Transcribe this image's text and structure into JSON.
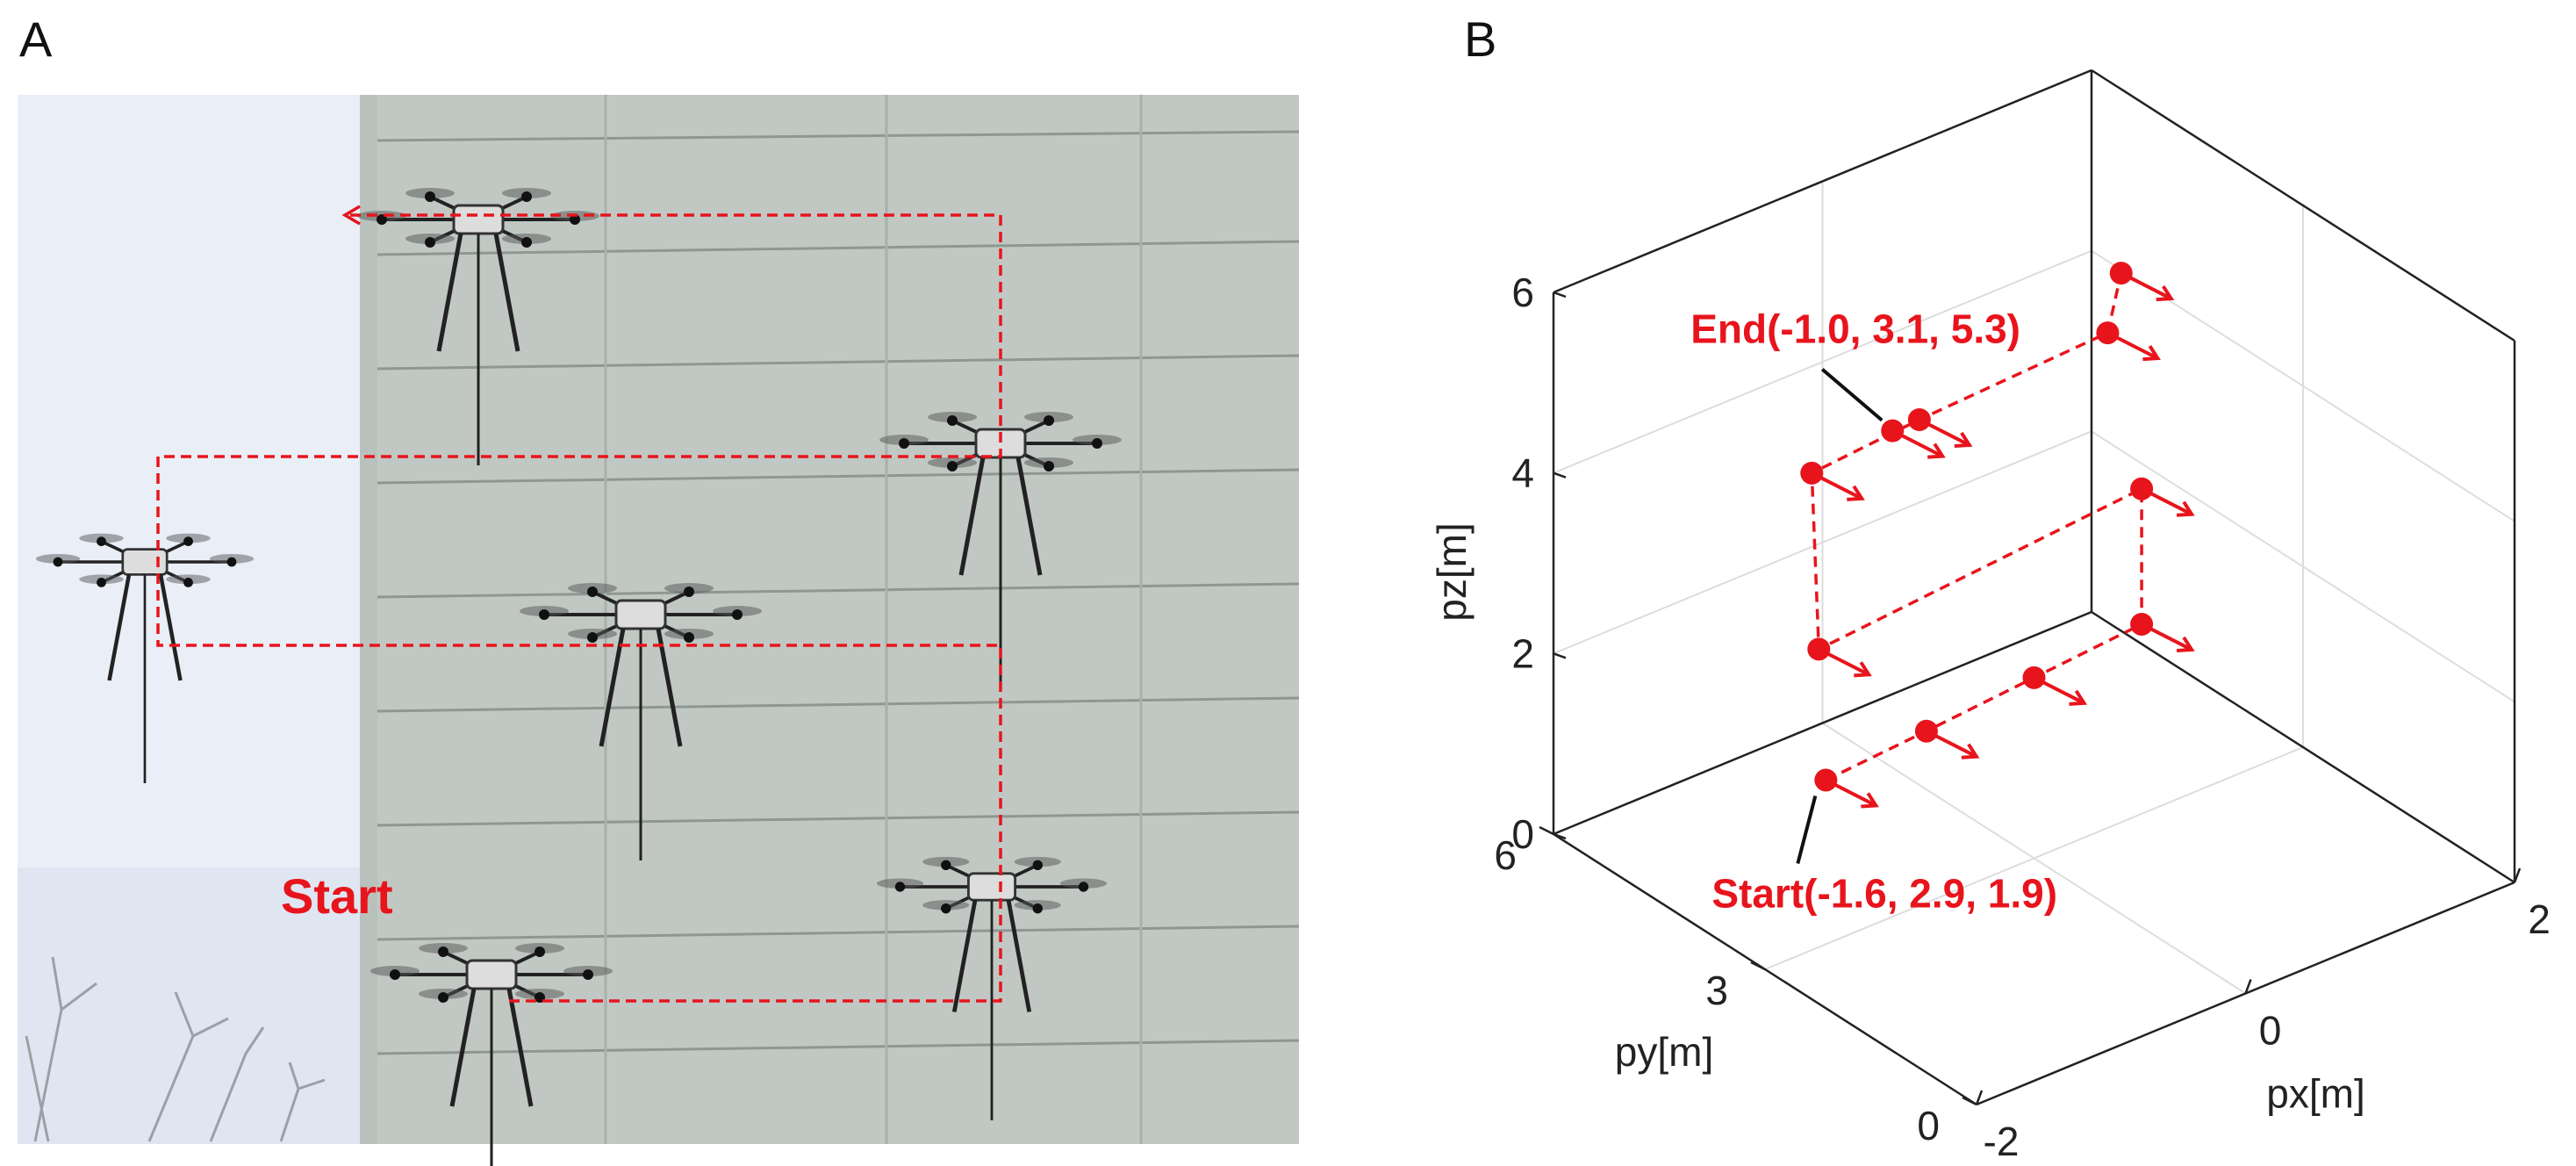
{
  "panels": {
    "a": {
      "letter": "A",
      "start_label": "Start"
    },
    "b": {
      "letter": "B"
    }
  },
  "colors": {
    "path": "#e8141c",
    "sky": "#dfe6f2",
    "wall": "#b7bfba",
    "wall_line": "#8e9792",
    "axis": "#222222",
    "grid": "#dddddd",
    "annotation_arrow": "#111111"
  },
  "chart_data": {
    "type": "scatter",
    "projection": "3d",
    "xlabel": "px[m]",
    "ylabel": "py[m]",
    "zlabel": "pz[m]",
    "xlim": [
      -2,
      2
    ],
    "ylim": [
      0,
      6
    ],
    "zlim": [
      0,
      6
    ],
    "xticks": [
      -2,
      0,
      2
    ],
    "yticks": [
      0,
      3,
      6
    ],
    "zticks": [
      0,
      2,
      4,
      6
    ],
    "grid": true,
    "series": [
      {
        "marker": "circle",
        "line": "dashed",
        "points": [
          {
            "x": -1.6,
            "y": 2.9,
            "z": 1.9
          },
          {
            "x": -0.8,
            "y": 3.0,
            "z": 1.9
          },
          {
            "x": 0.0,
            "y": 3.0,
            "z": 2.0
          },
          {
            "x": 0.8,
            "y": 3.0,
            "z": 2.1
          },
          {
            "x": 0.8,
            "y": 3.0,
            "z": 3.6
          },
          {
            "x": -1.6,
            "y": 3.0,
            "z": 3.3
          },
          {
            "x": -1.6,
            "y": 3.1,
            "z": 5.2
          },
          {
            "x": -0.8,
            "y": 3.1,
            "z": 5.3
          },
          {
            "x": 0.6,
            "y": 3.1,
            "z": 5.4
          },
          {
            "x": 0.7,
            "y": 3.1,
            "z": 6.0
          },
          {
            "x": -1.0,
            "y": 3.1,
            "z": 5.3
          }
        ]
      }
    ],
    "annotations": [
      {
        "text": "Start(-1.6, 2.9, 1.9)",
        "point_index": 0
      },
      {
        "text": "End(-1.0, 3.1, 5.3)",
        "point_index": 10
      }
    ]
  }
}
